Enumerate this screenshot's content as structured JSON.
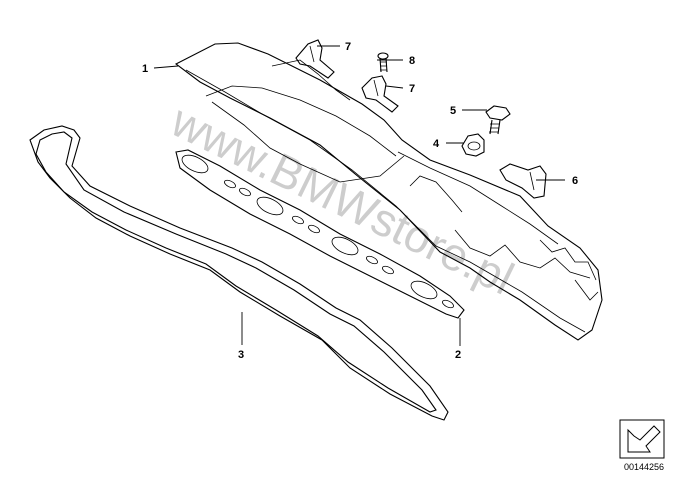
{
  "diagram": {
    "callouts": [
      {
        "id": "1",
        "label": "1"
      },
      {
        "id": "2",
        "label": "2"
      },
      {
        "id": "3",
        "label": "3"
      },
      {
        "id": "4",
        "label": "4"
      },
      {
        "id": "5",
        "label": "5"
      },
      {
        "id": "6",
        "label": "6"
      },
      {
        "id": "7a",
        "label": "7"
      },
      {
        "id": "7b",
        "label": "7"
      },
      {
        "id": "8",
        "label": "8"
      }
    ],
    "watermark": "www.BMWstore.pl",
    "diagram_number": "00144256",
    "icon": "arrow-corner-icon"
  }
}
